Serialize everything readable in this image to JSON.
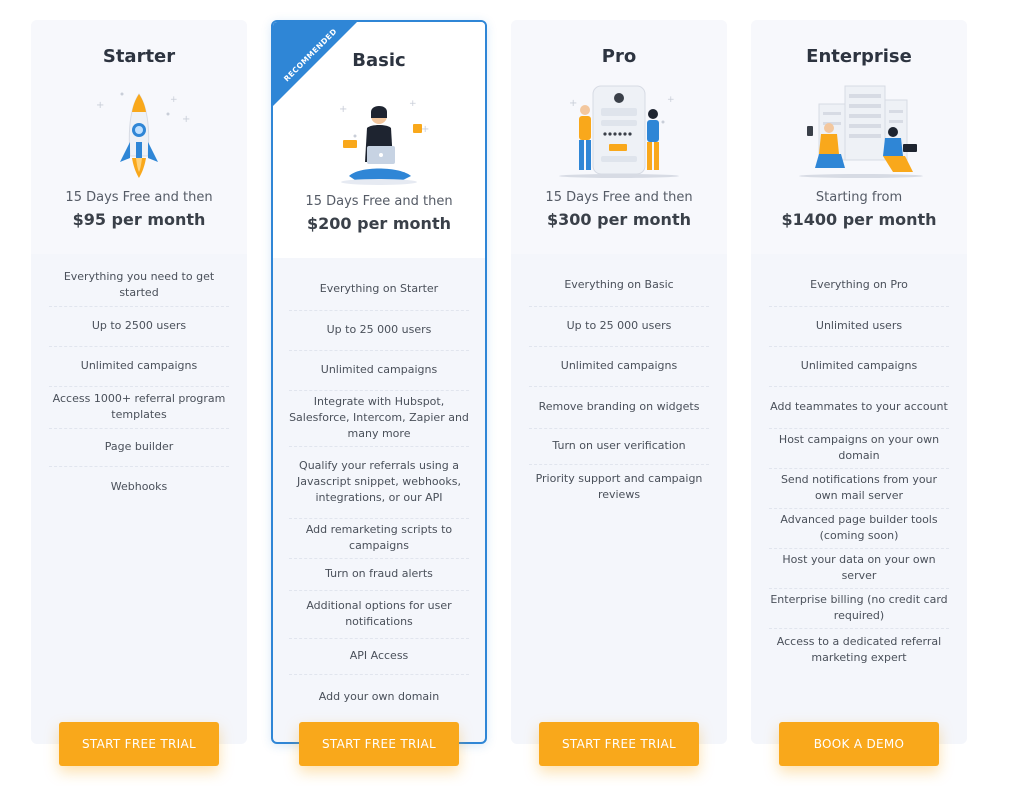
{
  "plans": [
    {
      "name": "Starter",
      "price_intro": "15 Days Free and then",
      "price": "$95 per month",
      "features": [
        "Everything you need to get started",
        "Up to 2500 users",
        "Unlimited campaigns",
        "Access 1000+ referral program templates",
        "Page builder",
        "Webhooks"
      ],
      "cta_label": "START FREE TRIAL",
      "illustration": "rocket-illustration"
    },
    {
      "name": "Basic",
      "ribbon": "RECOMMENDED",
      "price_intro": "15 Days Free and then",
      "price": "$200 per month",
      "features": [
        "Everything on Starter",
        "Up to 25 000 users",
        "Unlimited campaigns",
        "Integrate with Hubspot, Salesforce, Intercom, Zapier and many more",
        "Qualify your referrals using a Javascript snippet, webhooks, integrations, or our API",
        "Add remarketing scripts to campaigns",
        "Turn on fraud alerts",
        "Additional options for user notifications",
        "API Access",
        "Add your own domain"
      ],
      "cta_label": "START FREE TRIAL",
      "illustration": "person-with-laptop-illustration"
    },
    {
      "name": "Pro",
      "price_intro": "15 Days Free and then",
      "price": "$300 per month",
      "features": [
        "Everything on Basic",
        "Up to 25 000 users",
        "Unlimited campaigns",
        "Remove branding on widgets",
        "Turn on user verification",
        "Priority support and campaign reviews"
      ],
      "cta_label": "START FREE TRIAL",
      "illustration": "people-with-phone-illustration"
    },
    {
      "name": "Enterprise",
      "price_intro": "Starting from",
      "price": "$1400 per month",
      "features": [
        "Everything on Pro",
        "Unlimited users",
        "Unlimited campaigns",
        "Add teammates to your account",
        "Host campaigns on your own domain",
        "Send notifications from your own mail server",
        "Advanced page builder tools (coming soon)",
        "Host your data on your own server",
        "Enterprise billing (no credit card required)",
        "Access to a dedicated referral marketing expert"
      ],
      "cta_label": "BOOK A DEMO",
      "illustration": "team-with-servers-illustration"
    }
  ],
  "colors": {
    "accent": "#f9a81b",
    "featured_border": "#2f86d6",
    "card_bg": "#f4f6fb",
    "heading": "#2d3440"
  }
}
